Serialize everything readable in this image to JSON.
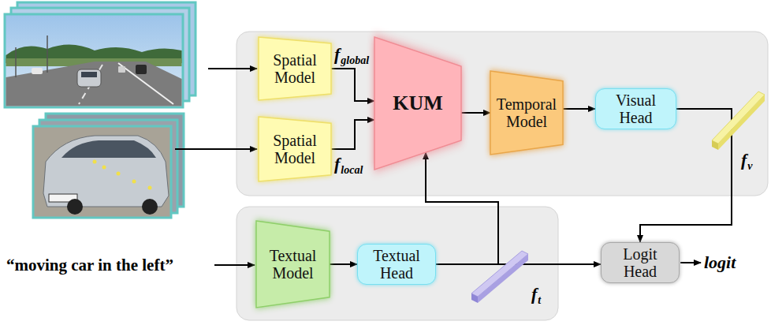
{
  "diagram": {
    "nodes": [
      {
        "text": [
          "Spatial Model"
        ]
      },
      {
        "text": [
          "Spatial Model"
        ]
      },
      {
        "text": [
          "KUM"
        ]
      },
      {
        "text": [
          "Temporal Model"
        ]
      },
      {
        "text": [
          "Visual Head"
        ]
      },
      {
        "text": [
          "Textual Model"
        ]
      },
      {
        "text": [
          "Textual Head"
        ]
      },
      {
        "text": [
          "Logit Head"
        ]
      }
    ],
    "edges": [
      {
        "from": 0,
        "to": 2,
        "arrow": "to"
      },
      {
        "from": 1,
        "to": 2,
        "arrow": "to"
      },
      {
        "from": 2,
        "to": 3,
        "arrow": "to"
      },
      {
        "from": 3,
        "to": 4,
        "arrow": "to"
      },
      {
        "from": 4,
        "to": 7,
        "arrow": "to"
      },
      {
        "from": 5,
        "to": 6,
        "arrow": "to"
      },
      {
        "from": 6,
        "to": 7,
        "arrow": "to"
      },
      {
        "from": 6,
        "to": 2,
        "arrow": "to"
      }
    ],
    "labels": [
      "f",
      "global",
      "f",
      "local",
      "“moving car in the left”",
      "f",
      "v",
      "f",
      "t",
      "logit"
    ]
  }
}
